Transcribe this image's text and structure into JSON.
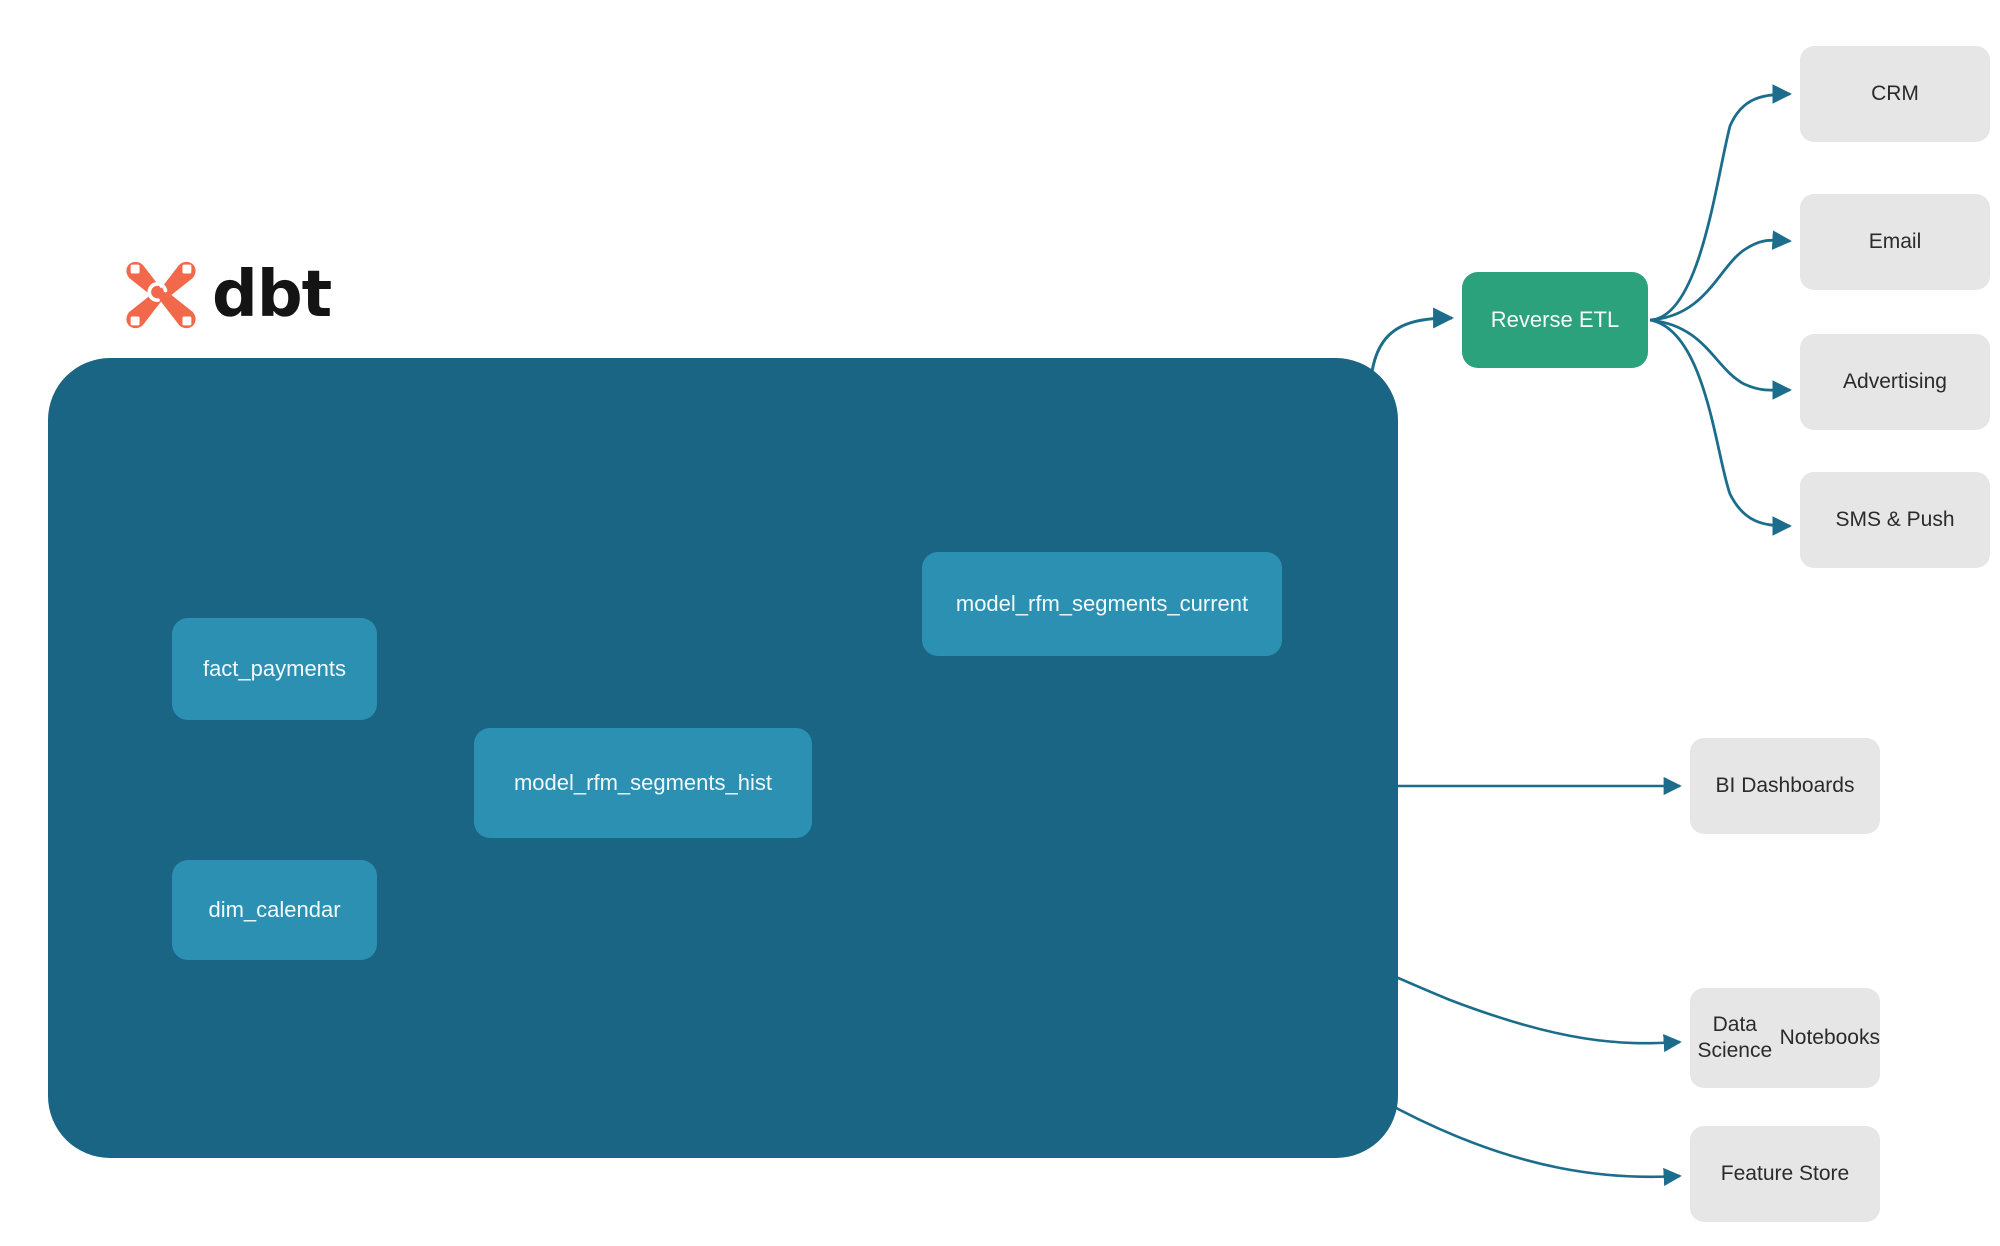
{
  "brand": {
    "name": "dbt",
    "logo_icon": "dbt-logo-icon",
    "logo_color": "#F2684A"
  },
  "colors": {
    "project_container": "#1A6583",
    "model_node": "#2C90B3",
    "reverse_etl_node": "#2BA17C",
    "destination_node": "#E6E6E6",
    "edge_outside": "#1C6D8C",
    "edge_inside": "#3E93B2",
    "model_text": "#F2FAFC",
    "destination_text": "#2B2B2B"
  },
  "project": {
    "container_label": "",
    "models": [
      {
        "id": "fact_payments",
        "label": "fact_payments"
      },
      {
        "id": "dim_calendar",
        "label": "dim_calendar"
      },
      {
        "id": "rfm_hist",
        "label": "model_rfm_segments_hist"
      },
      {
        "id": "rfm_current",
        "label": "model_rfm_segments_current"
      }
    ]
  },
  "pipeline": {
    "reverse_etl": {
      "id": "reverse_etl",
      "label": "Reverse ETL"
    }
  },
  "activation_destinations": [
    {
      "id": "crm",
      "label": "CRM"
    },
    {
      "id": "email",
      "label": "Email"
    },
    {
      "id": "advertising",
      "label": "Advertising"
    },
    {
      "id": "sms_push",
      "label": "SMS & Push"
    }
  ],
  "analytics_destinations": [
    {
      "id": "bi_dashboards",
      "label": "BI Dashboards"
    },
    {
      "id": "ds_notebooks",
      "label": "Data Science\nNotebooks",
      "line1": "Data Science",
      "line2": "Notebooks"
    },
    {
      "id": "feature_store",
      "label": "Feature Store"
    }
  ],
  "edges": [
    {
      "from": "fact_payments",
      "to": "rfm_hist",
      "style": "inside"
    },
    {
      "from": "dim_calendar",
      "to": "rfm_hist",
      "style": "inside"
    },
    {
      "from": "rfm_hist",
      "to": "rfm_current",
      "style": "inside"
    },
    {
      "from": "rfm_current",
      "to": "reverse_etl",
      "style": "outside"
    },
    {
      "from": "rfm_hist",
      "to": "bi_dashboards",
      "style": "outside"
    },
    {
      "from": "rfm_hist",
      "to": "ds_notebooks",
      "style": "outside"
    },
    {
      "from": "rfm_hist",
      "to": "feature_store",
      "style": "outside"
    },
    {
      "from": "reverse_etl",
      "to": "crm",
      "style": "outside"
    },
    {
      "from": "reverse_etl",
      "to": "email",
      "style": "outside"
    },
    {
      "from": "reverse_etl",
      "to": "advertising",
      "style": "outside"
    },
    {
      "from": "reverse_etl",
      "to": "sms_push",
      "style": "outside"
    }
  ]
}
